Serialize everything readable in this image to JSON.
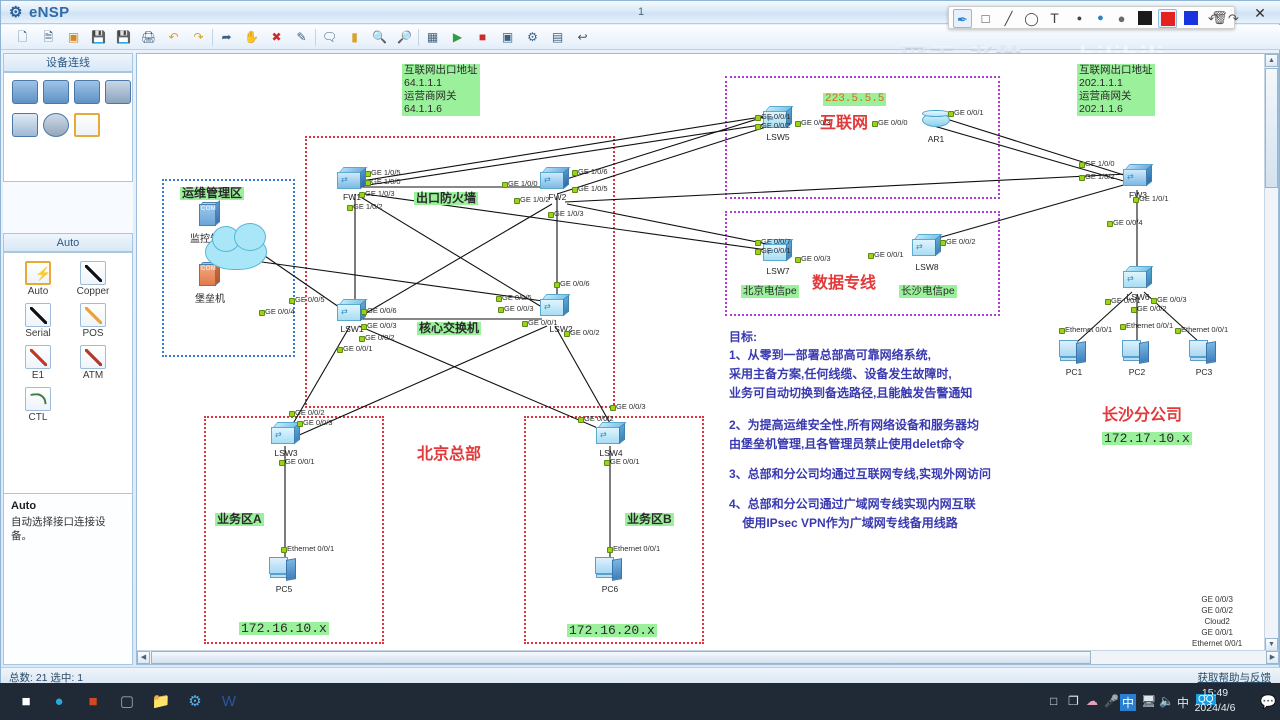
{
  "window": {
    "app_title": "eNSP",
    "center_label": "1",
    "close_label": "✕"
  },
  "toolbar": {
    "icons": [
      "new-topology",
      "open-topology",
      "save-as-image",
      "save",
      "save-all",
      "print",
      "undo",
      "redo",
      "select-pointer",
      "pan-hand",
      "delete",
      "clear-config",
      "text-label",
      "shape-rect",
      "zoom-in",
      "zoom-out",
      "grid",
      "start-devices",
      "stop-devices",
      "capture",
      "device-mgmt",
      "table-view",
      "restore"
    ]
  },
  "device_panel": {
    "header": "设备连线",
    "section_header": "Auto",
    "link_items": [
      {
        "label": "Auto",
        "icon": "auto-link-icon",
        "selected": true
      },
      {
        "label": "Copper",
        "icon": "copper-link-icon",
        "selected": false
      },
      {
        "label": "Serial",
        "icon": "serial-link-icon",
        "selected": false
      },
      {
        "label": "POS",
        "icon": "pos-link-icon",
        "selected": false
      },
      {
        "label": "E1",
        "icon": "e1-link-icon",
        "selected": false
      },
      {
        "label": "ATM",
        "icon": "atm-link-icon",
        "selected": false
      },
      {
        "label": "CTL",
        "icon": "ctl-link-icon",
        "selected": false
      }
    ],
    "device_icons": [
      "router-icon",
      "switch-icon",
      "wlan-icon",
      "firewall-icon",
      "endpoint-icon",
      "cloud-icon",
      "connection-icon"
    ],
    "info": {
      "title": "Auto",
      "body": "自动选择接口连接设备。"
    }
  },
  "annotation_toolbar": {
    "tools": [
      {
        "name": "pen-tool",
        "glyph": "✎",
        "active": true
      },
      {
        "name": "rectangle-tool",
        "glyph": "▢",
        "active": false
      },
      {
        "name": "line-tool",
        "glyph": "╱",
        "active": false
      },
      {
        "name": "ellipse-tool",
        "glyph": "◯",
        "active": false
      },
      {
        "name": "text-tool",
        "glyph": "T",
        "active": false
      },
      {
        "name": "thin-stroke",
        "glyph": "·",
        "active": false
      },
      {
        "name": "medium-stroke",
        "glyph": "•",
        "active": false
      },
      {
        "name": "thick-stroke",
        "glyph": "⬤",
        "active": false
      },
      {
        "name": "color-black",
        "glyph": "",
        "active": false
      },
      {
        "name": "color-red",
        "glyph": "",
        "active": true
      },
      {
        "name": "color-blue",
        "glyph": "",
        "active": false
      },
      {
        "name": "undo-annotation",
        "glyph": "↶",
        "active": false
      },
      {
        "name": "redo-annotation",
        "glyph": "↷",
        "active": false
      },
      {
        "name": "delete-annotation",
        "glyph": "🗑",
        "active": false
      },
      {
        "name": "close-annotation",
        "glyph": "✕",
        "active": false
      }
    ],
    "colors": {
      "black": "#1a1a1a",
      "red": "#e52020",
      "blue": "#1a33e0"
    }
  },
  "watermark": {
    "text": "网工-老林",
    "brand": "bilibili"
  },
  "diagram": {
    "zones": [
      {
        "name": "ops-management-zone",
        "label": "运维管理区",
        "color": "#3a7bd5"
      },
      {
        "name": "beijing-core-zone",
        "label": "",
        "color": "#e2323b"
      },
      {
        "name": "internet-zone",
        "label": "互联网",
        "color": "#b03ad5"
      },
      {
        "name": "data-line-zone",
        "label": "数据专线",
        "color": "#b03ad5"
      },
      {
        "name": "business-zone-a",
        "label": "业务区A",
        "color": "#e2323b"
      },
      {
        "name": "business-zone-b",
        "label": "业务区B",
        "color": "#e2323b"
      }
    ],
    "green_tags": [
      {
        "name": "hq-internet-exit",
        "text": "互联网出口地址\n64.1.1.1\n运营商网关\n64.1.1.6"
      },
      {
        "name": "branch-internet-exit",
        "text": "互联网出口地址\n202.1.1.1\n运营商网关\n202.1.1.6"
      },
      {
        "name": "exit-firewall-tag",
        "text": "出口防火墙"
      },
      {
        "name": "core-switch-tag",
        "text": "核心交换机"
      },
      {
        "name": "ops-zone-tag",
        "text": "运维管理区"
      },
      {
        "name": "dns-ip-tag",
        "text": "223.5.5.5"
      },
      {
        "name": "beijing-telecom-pe-tag",
        "text": "北京电信pe"
      },
      {
        "name": "changsha-telecom-pe-tag",
        "text": "长沙电信pe"
      },
      {
        "name": "business-a-tag",
        "text": "业务区A"
      },
      {
        "name": "business-b-tag",
        "text": "业务区B"
      },
      {
        "name": "subnet-a-tag",
        "text": "172.16.10.x"
      },
      {
        "name": "subnet-b-tag",
        "text": "172.16.20.x"
      },
      {
        "name": "branch-subnet-tag",
        "text": "172.17.10.x"
      }
    ],
    "red_titles": [
      {
        "name": "internet-title",
        "text": "互联网"
      },
      {
        "name": "data-line-title",
        "text": "数据专线"
      },
      {
        "name": "beijing-hq-title",
        "text": "北京总部"
      },
      {
        "name": "changsha-branch-title",
        "text": "长沙分公司"
      }
    ],
    "nodes": [
      {
        "name": "node-fw1",
        "label": "FW1",
        "type": "firewall"
      },
      {
        "name": "node-fw2",
        "label": "FW2",
        "type": "firewall"
      },
      {
        "name": "node-lsw1",
        "label": "LSW1",
        "type": "switch"
      },
      {
        "name": "node-lsw2",
        "label": "LSW2",
        "type": "switch"
      },
      {
        "name": "node-lsw3",
        "label": "LSW3",
        "type": "switch"
      },
      {
        "name": "node-lsw4",
        "label": "LSW4",
        "type": "switch"
      },
      {
        "name": "node-lsw5",
        "label": "LSW5",
        "type": "switch"
      },
      {
        "name": "node-lsw6",
        "label": "LSW6",
        "type": "switch"
      },
      {
        "name": "node-lsw7",
        "label": "LSW7",
        "type": "switch"
      },
      {
        "name": "node-lsw8",
        "label": "LSW8",
        "type": "switch"
      },
      {
        "name": "node-fw3",
        "label": "FW3",
        "type": "firewall"
      },
      {
        "name": "node-ar1",
        "label": "AR1",
        "type": "router"
      },
      {
        "name": "node-pc1",
        "label": "PC1",
        "type": "pc"
      },
      {
        "name": "node-pc2",
        "label": "PC2",
        "type": "pc"
      },
      {
        "name": "node-pc3",
        "label": "PC3",
        "type": "pc"
      },
      {
        "name": "node-pc5",
        "label": "PC5",
        "type": "pc"
      },
      {
        "name": "node-pc6",
        "label": "PC6",
        "type": "pc"
      },
      {
        "name": "node-monitor-server",
        "label": "监控告警",
        "type": "server"
      },
      {
        "name": "node-bastion-server",
        "label": "堡垒机",
        "type": "server"
      },
      {
        "name": "node-cloud",
        "label": "",
        "type": "cloud"
      }
    ],
    "ports": [
      "GE 1/0/0",
      "GE 1/0/1",
      "GE 1/0/2",
      "GE 1/0/3",
      "GE 1/0/5",
      "GE 1/0/6",
      "GE 0/0/0",
      "GE 0/0/1",
      "GE 0/0/2",
      "GE 0/0/3",
      "GE 0/0/4",
      "GE 0/0/5",
      "GE 0/0/6",
      "GE 0/0/7",
      "Ethernet 0/0/1"
    ],
    "legend_list": "GE 0/0/3\nGE 0/0/2\nCloud2\nGE 0/0/1\nEthernet 0/0/1",
    "goals": {
      "heading": "目标:",
      "items": [
        "1、从零到一部署总部高可靠网络系统,\n采用主备方案,任何线缆、设备发生故障时,\n业务可自动切换到备选路径,且能触发告警通知",
        "2、为提高运维安全性,所有网络设备和服务器均\n由堡垒机管理,且各管理员禁止使用delet命令",
        "3、总部和分公司均通过互联网专线,实现外网访问",
        "4、总部和分公司通过广域网专线实现内网互联\n    使用IPsec VPN作为广域网专线备用线路"
      ]
    }
  },
  "statusbar": {
    "counts": "总数: 21  选中: 1",
    "help_link": "获取帮助与反馈"
  },
  "taskbar": {
    "start": "start-button",
    "apps": [
      "edge-icon",
      "powerpoint-icon",
      "ps-icon",
      "file-explorer-icon",
      "ensp-icon",
      "word-icon"
    ],
    "tray": [
      "tablet-icon",
      "task-view-icon",
      "onedrive-icon",
      "mic-icon",
      "ime-cn-icon",
      "network-icon",
      "volume-icon",
      "lang-cn-icon",
      "qq-icon"
    ],
    "time": "15:49",
    "date": "2024/4/6"
  }
}
